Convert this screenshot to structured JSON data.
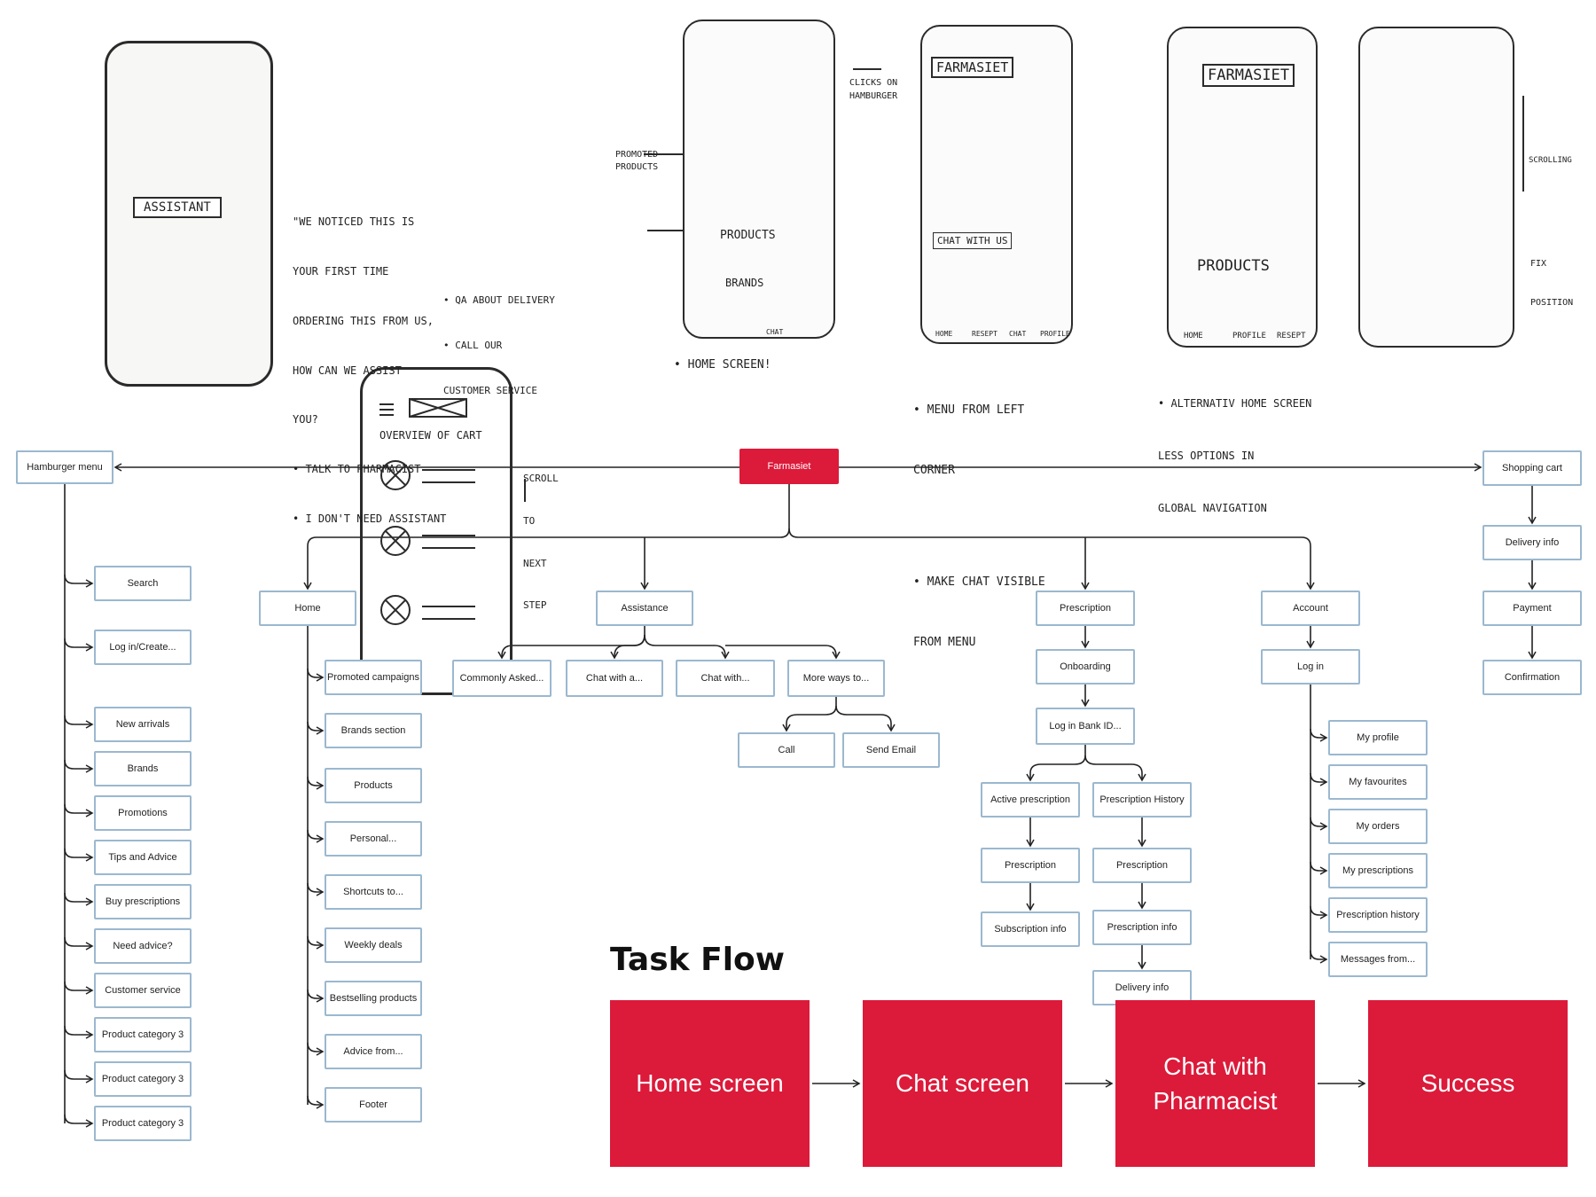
{
  "brand_color": "#dc1a3a",
  "box_border_color": "#9bb8cf",
  "sitemap": {
    "root": "Farmasiet",
    "hamburger": {
      "label": "Hamburger menu",
      "items": [
        "Search",
        "Log in/Create...",
        "New arrivals",
        "Brands",
        "Promotions",
        "Tips and Advice",
        "Buy prescriptions",
        "Need advice?",
        "Customer service",
        "Product category 3",
        "Product category 3",
        "Product category 3"
      ]
    },
    "shopping_cart": {
      "label": "Shopping cart",
      "items": [
        "Delivery info",
        "Payment",
        "Confirmation"
      ]
    },
    "home": {
      "label": "Home",
      "items": [
        "Promoted campaigns",
        "Brands section",
        "Products",
        "Personal...",
        "Shortcuts to...",
        "Weekly deals",
        "Bestselling products",
        "Advice from...",
        "Footer"
      ]
    },
    "assistance": {
      "label": "Assistance",
      "items": [
        "Commonly Asked...",
        "Chat with a...",
        "Chat with...",
        "More ways to..."
      ],
      "more_ways": [
        "Call",
        "Send Email"
      ]
    },
    "prescription": {
      "label": "Prescription",
      "chain": [
        "Onboarding",
        "Log in Bank ID..."
      ],
      "active": [
        "Active prescription",
        "Prescription",
        "Subscription info"
      ],
      "history": [
        "Prescription History",
        "Prescription",
        "Prescription info",
        "Delivery info"
      ]
    },
    "account": {
      "label": "Account",
      "login": "Log in",
      "items": [
        "My profile",
        "My favourites",
        "My orders",
        "My prescriptions",
        "Prescription history",
        "Messages from..."
      ]
    }
  },
  "task_flow": {
    "title": "Task Flow",
    "steps": [
      "Home screen",
      "Chat screen",
      "Chat with Pharmacist",
      "Success"
    ]
  },
  "sketches": {
    "assistant_notes": [
      "\"WE NOTICED THIS IS",
      "YOUR FIRST TIME",
      "ORDERING THIS FROM US,",
      "HOW CAN WE ASSIST",
      "YOU?",
      "• TALK TO PHARMACIST",
      "• I DON'T NEED ASSISTANT",
      "• QA ABOUT DELIVERY",
      "• CALL OUR",
      "CUSTOMER SERVICE"
    ],
    "assistant_label": "ASSISTANT",
    "home_labels": [
      "PROMOTED PRODUCTS",
      "PRODUCTS",
      "BRANDS",
      "CHAT"
    ],
    "home_caption": "• HOME SCREEN!",
    "menu_clicks": "CLICKS ON HAMBURGER",
    "menu_title": "FARMASIET",
    "menu_chat": "CHAT WITH US",
    "menu_nav": [
      "HOME",
      "RESEPT",
      "CHAT",
      "PROFILE"
    ],
    "menu_caption": [
      "• MENU FROM LEFT",
      "CORNER",
      "• MAKE CHAT VISIBLE",
      "FROM MENU"
    ],
    "alt_title": "FARMASIET",
    "alt_products": "PRODUCTS",
    "alt_nav": [
      "HOME",
      "PROFILE",
      "RESEPT"
    ],
    "alt_caption": [
      "• ALTERNATIV HOME SCREEN",
      "LESS OPTIONS IN",
      "GLOBAL NAVIGATION"
    ],
    "scroll_label": "SCROLLING",
    "fix_label": [
      "FIX",
      "POSITION"
    ],
    "cart_title": "OVERVIEW OF CART",
    "cart_scroll": [
      "SCROLL",
      "TO",
      "NEXT",
      "STEP"
    ]
  }
}
